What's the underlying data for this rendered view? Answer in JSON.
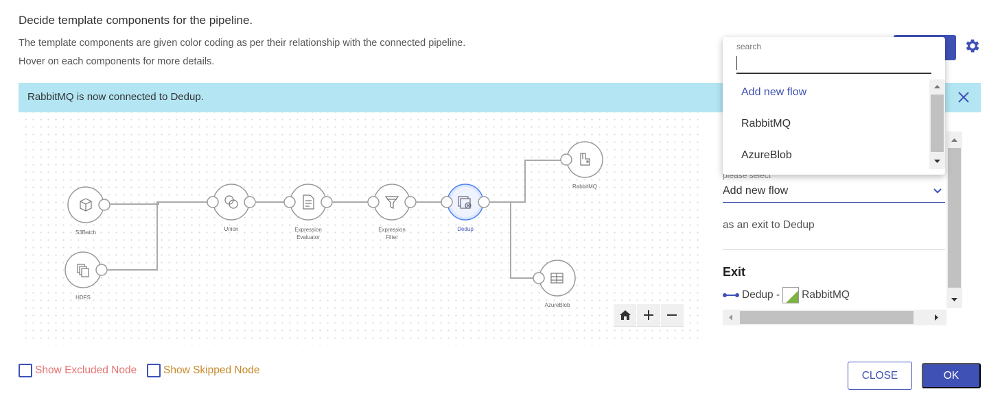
{
  "header": {
    "title": "Decide template components for the pipeline.",
    "description_line1": "The template components are given color coding as per their relationship with the connected pipeline.",
    "description_line2": "Hover on each components for more details."
  },
  "banner": {
    "source": "RabbitMQ",
    "middle": " is now connected to ",
    "target": "Dedup",
    "end": "."
  },
  "pipeline": {
    "nodes": [
      {
        "id": "s3batch",
        "label": "S3Batch"
      },
      {
        "id": "hdfs",
        "label": "HDFS"
      },
      {
        "id": "union",
        "label": "Union"
      },
      {
        "id": "expr_eval",
        "label_line1": "Expression",
        "label_line2": "Evaluator"
      },
      {
        "id": "expr_filter",
        "label_line1": "Expression",
        "label_line2": "Filter"
      },
      {
        "id": "dedup",
        "label": "Dedup",
        "selected": true
      },
      {
        "id": "rabbitmq",
        "label": "RabbitMQ"
      },
      {
        "id": "azureblob",
        "label": "AzureBlob"
      }
    ],
    "accent_color": "#3f51b5"
  },
  "panel": {
    "select_label": "please select",
    "select_value": "Add new flow",
    "note": "as an exit to Dedup",
    "exit_heading": "Exit",
    "exit_from": "Dedup -",
    "exit_to": "RabbitMQ"
  },
  "dropdown": {
    "search_label": "search",
    "search_value": "",
    "options": [
      "Add new flow",
      "RabbitMQ",
      "AzureBlob"
    ]
  },
  "footer": {
    "show_excluded": "Show Excluded Node",
    "show_skipped": "Show Skipped Node",
    "close_label": "CLOSE",
    "ok_label": "OK"
  },
  "colors": {
    "primary": "#3f51b5",
    "banner_bg": "#b3e5f3",
    "excluded": "#e57373",
    "skipped": "#c9892d"
  }
}
